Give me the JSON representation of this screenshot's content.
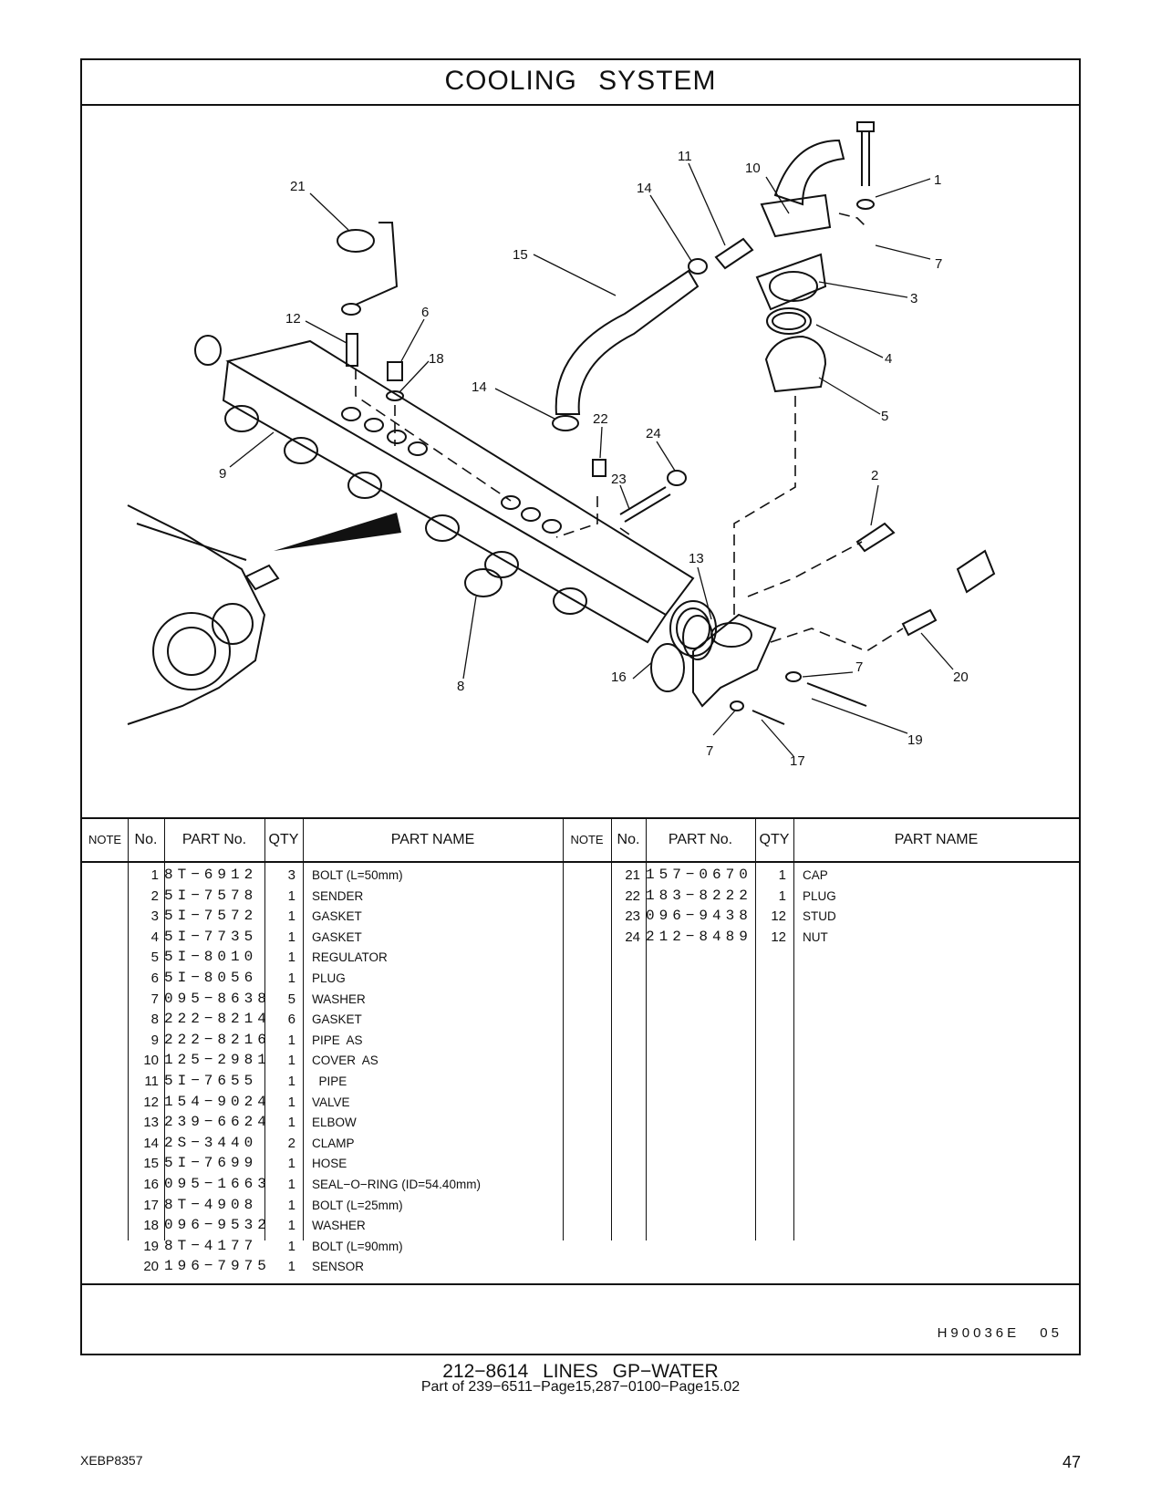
{
  "page_title": "COOLING   SYSTEM",
  "diagram_callouts": [
    "10",
    "11",
    "1",
    "21",
    "14",
    "7",
    "15",
    "3",
    "12",
    "6",
    "4",
    "18",
    "14",
    "22",
    "5",
    "24",
    "9",
    "23",
    "2",
    "13",
    "8",
    "16",
    "7",
    "20",
    "19",
    "7",
    "17"
  ],
  "table_headers": {
    "note": "NOTE",
    "no": "No.",
    "part_no": "PART No.",
    "qty": "QTY",
    "part_name": "PART NAME"
  },
  "parts_left": [
    {
      "no": "1",
      "part_no": "8T−6912",
      "qty": "3",
      "name": "BOLT (L=50mm)"
    },
    {
      "no": "2",
      "part_no": "5I−7578",
      "qty": "1",
      "name": "SENDER"
    },
    {
      "no": "3",
      "part_no": "5I−7572",
      "qty": "1",
      "name": "GASKET"
    },
    {
      "no": "4",
      "part_no": "5I−7735",
      "qty": "1",
      "name": "GASKET"
    },
    {
      "no": "5",
      "part_no": "5I−8010",
      "qty": "1",
      "name": "REGULATOR"
    },
    {
      "no": "6",
      "part_no": "5I−8056",
      "qty": "1",
      "name": "PLUG"
    },
    {
      "no": "7",
      "part_no": "095−8638",
      "qty": "5",
      "name": "WASHER"
    },
    {
      "no": "8",
      "part_no": "222−8214",
      "qty": "6",
      "name": "GASKET"
    },
    {
      "no": "9",
      "part_no": "222−8216",
      "qty": "1",
      "name": "PIPE  AS"
    },
    {
      "no": "10",
      "part_no": "125−2981",
      "qty": "1",
      "name": "COVER  AS"
    },
    {
      "no": "11",
      "part_no": "5I−7655",
      "qty": "1",
      "name": "  PIPE"
    },
    {
      "no": "12",
      "part_no": "154−9024",
      "qty": "1",
      "name": "VALVE"
    },
    {
      "no": "13",
      "part_no": "239−6624",
      "qty": "1",
      "name": "ELBOW"
    },
    {
      "no": "14",
      "part_no": "2S−3440",
      "qty": "2",
      "name": "CLAMP"
    },
    {
      "no": "15",
      "part_no": "5I−7699",
      "qty": "1",
      "name": "HOSE"
    },
    {
      "no": "16",
      "part_no": "095−1663",
      "qty": "1",
      "name": "SEAL−O−RING (ID=54.40mm)"
    },
    {
      "no": "17",
      "part_no": "8T−4908",
      "qty": "1",
      "name": "BOLT (L=25mm)"
    },
    {
      "no": "18",
      "part_no": "096−9532",
      "qty": "1",
      "name": "WASHER"
    },
    {
      "no": "19",
      "part_no": "8T−4177",
      "qty": "1",
      "name": "BOLT (L=90mm)"
    },
    {
      "no": "20",
      "part_no": "196−7975",
      "qty": "1",
      "name": "SENSOR"
    }
  ],
  "parts_right": [
    {
      "no": "21",
      "part_no": "157−0670",
      "qty": "1",
      "name": "CAP"
    },
    {
      "no": "22",
      "part_no": "183−8222",
      "qty": "1",
      "name": "PLUG"
    },
    {
      "no": "23",
      "part_no": "096−9438",
      "qty": "12",
      "name": "STUD"
    },
    {
      "no": "24",
      "part_no": "212−8489",
      "qty": "12",
      "name": "NUT"
    }
  ],
  "drawing_code": "H90036E   05",
  "caption_title": "212−8614  LINES  GP−WATER",
  "caption_sub": "Part of 239−6511−Page15,287−0100−Page15.02",
  "doc_id": "XEBP8357",
  "page_number": "47"
}
